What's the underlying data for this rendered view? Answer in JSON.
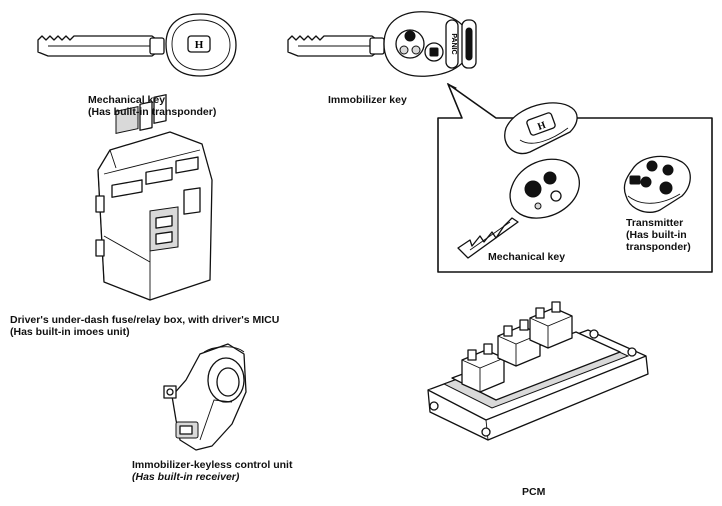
{
  "labels": {
    "mechanical_key": {
      "line1": "Mechanical key",
      "line2": "(Has built-in transponder)"
    },
    "immobilizer_key": "Immobilizer key",
    "inset": {
      "mechanical_key": "Mechanical key",
      "transmitter_line1": "Transmitter",
      "transmitter_line2": "(Has built-in",
      "transmitter_line3": "transponder)"
    },
    "fuse_box": {
      "line1": "Driver's under-dash fuse/relay box, with driver's MICU",
      "line2": "(Has built-in imoes unit)"
    },
    "control_unit": {
      "line1": "Immobilizer-keyless control unit",
      "line2": "(Has built-in receiver)"
    },
    "pcm": "PCM"
  },
  "key_buttons": {
    "panic": "PANIC"
  }
}
